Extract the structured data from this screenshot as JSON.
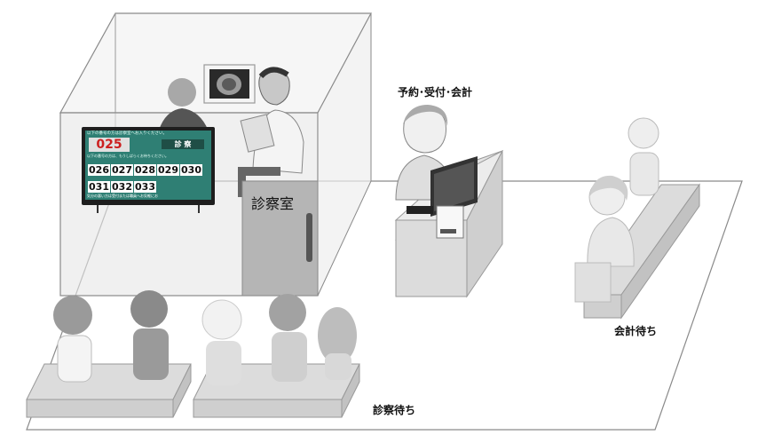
{
  "labels": {
    "reception": "予約･受付･会計",
    "exam_room": "診察室",
    "payment_wait": "会計待ち",
    "exam_wait": "診察待ち"
  },
  "monitor": {
    "header": "以下の番号の方は診察室へお入りください。",
    "current_number": "025",
    "room_label": "診 察",
    "notice": "以下の番号の方は、もうしばらくお待ちください。",
    "waiting_numbers": [
      "026",
      "027",
      "028",
      "029",
      "030",
      "031",
      "032",
      "033"
    ],
    "footer": "気分の悪い方は受付または職員へお気軽にお",
    "colors": {
      "screen": "#2f7f74",
      "current_text": "#cc1f1f"
    }
  }
}
